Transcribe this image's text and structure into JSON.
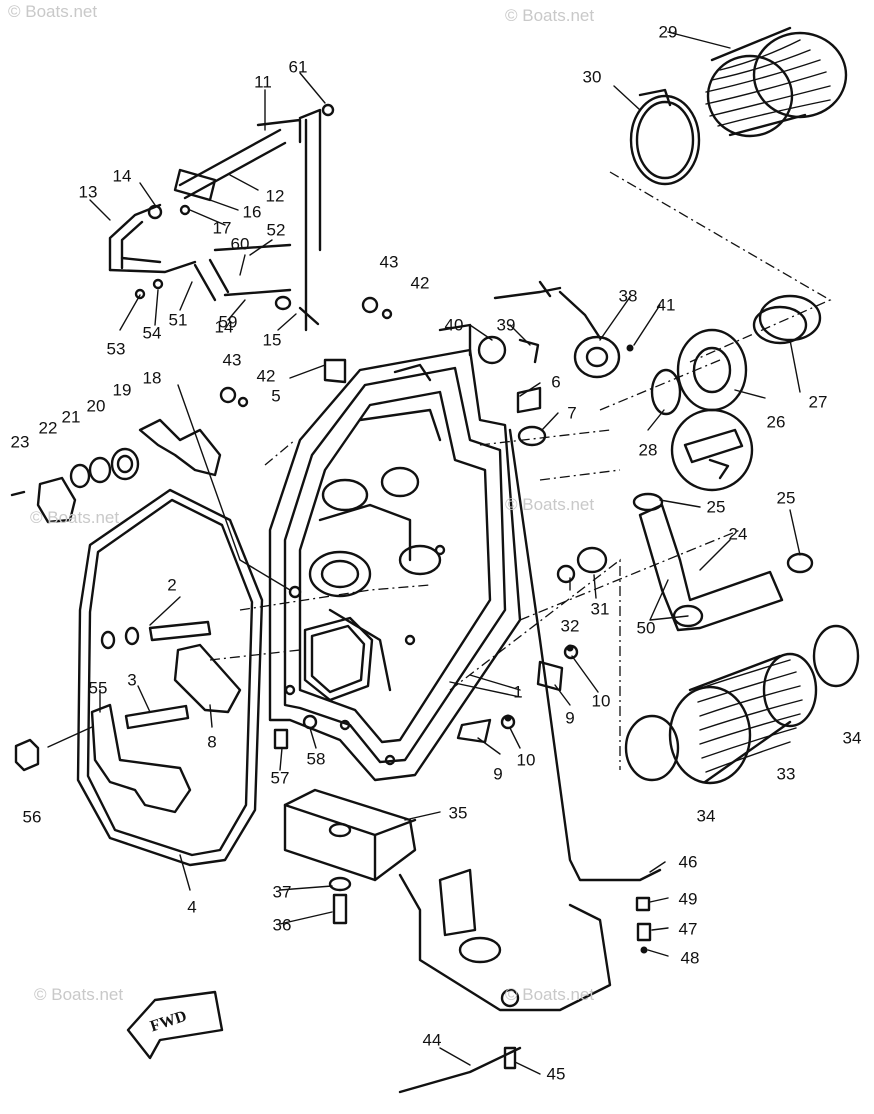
{
  "watermark": "© Boats.net",
  "fwd_label": "FWD",
  "callouts": {
    "c1": "1",
    "c2": "2",
    "c3": "3",
    "c4": "4",
    "c5": "5",
    "c6": "6",
    "c7": "7",
    "c8": "8",
    "c9a": "9",
    "c9b": "9",
    "c10a": "10",
    "c10b": "10",
    "c11": "11",
    "c12": "12",
    "c13": "13",
    "c14a": "14",
    "c14b": "14",
    "c15": "15",
    "c16": "16",
    "c17": "17",
    "c18": "18",
    "c19": "19",
    "c20": "20",
    "c21": "21",
    "c22": "22",
    "c23": "23",
    "c24": "24",
    "c25a": "25",
    "c25b": "25",
    "c26": "26",
    "c27": "27",
    "c28": "28",
    "c29": "29",
    "c30": "30",
    "c31": "31",
    "c32": "32",
    "c33": "33",
    "c34a": "34",
    "c34b": "34",
    "c35": "35",
    "c36": "36",
    "c37": "37",
    "c38": "38",
    "c39": "39",
    "c40": "40",
    "c41": "41",
    "c42a": "42",
    "c42b": "42",
    "c43a": "43",
    "c43b": "43",
    "c44": "44",
    "c45": "45",
    "c46": "46",
    "c47": "47",
    "c48": "48",
    "c49": "49",
    "c50": "50",
    "c51": "51",
    "c52": "52",
    "c53": "53",
    "c54": "54",
    "c55": "55",
    "c56": "56",
    "c57": "57",
    "c58": "58",
    "c59": "59",
    "c60": "60",
    "c61": "61"
  }
}
